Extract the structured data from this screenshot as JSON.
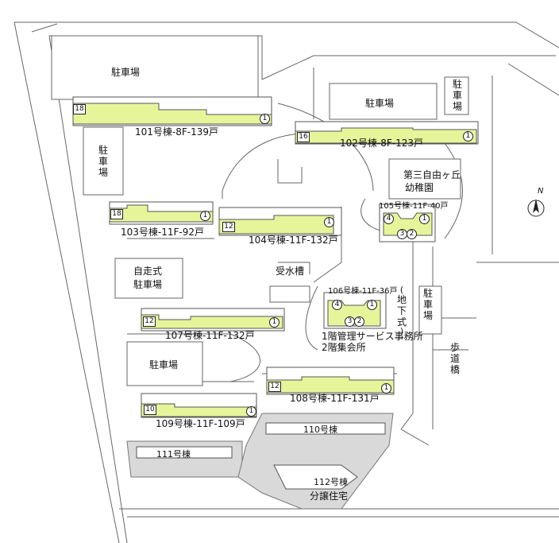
{
  "parking": {
    "top": "駐車場",
    "right_top": "駐車場",
    "right_vertical": "駐車場",
    "left_vertical": "駐車場",
    "self_line1": "自走式",
    "self_line2": "駐車場",
    "lower_left": "駐車場",
    "underground_open": "(",
    "underground_mid": "地下式",
    "underground_close": ")",
    "underground_parking": "駐車場"
  },
  "kindergarten": {
    "line1": "第三自由ヶ丘",
    "line2": "幼稚園"
  },
  "water_tank": "受水槽",
  "management": {
    "line1": "1階管理サービス事務所",
    "line2": "2階集会所"
  },
  "footbridge": "歩道橋",
  "compass": "N",
  "condo_label": "分譲住宅",
  "buildings": {
    "b101": {
      "label": "101号棟-8F-139戸",
      "start": "18",
      "end": "1"
    },
    "b102": {
      "label": "102号棟-8F-123戸",
      "start": "16",
      "end": "1"
    },
    "b103": {
      "label": "103号棟-11F-92戸",
      "start": "18",
      "end": "1"
    },
    "b104": {
      "label": "104号棟-11F-132戸",
      "start": "12",
      "end": "1"
    },
    "b105": {
      "label": "105号棟-11F-40戸",
      "n4": "4",
      "n1": "1",
      "n3": "3",
      "n2": "2"
    },
    "b106": {
      "label": "106号棟-11F-36戸",
      "n4": "4",
      "n1": "1",
      "n3": "3",
      "n2": "2"
    },
    "b107": {
      "label": "107号棟-11F-132戸",
      "start": "12",
      "end": "1"
    },
    "b108": {
      "label": "108号棟-11F-131戸",
      "start": "12",
      "end": "1"
    },
    "b109": {
      "label": "109号棟-11F-109戸",
      "start": "10",
      "end": "1"
    },
    "b110": {
      "label": "110号棟"
    },
    "b111": {
      "label": "111号棟"
    },
    "b112": {
      "label": "112号棟"
    }
  },
  "colors": {
    "building_fill": "#e6f59a",
    "condo_fill": "#d9d9d9",
    "line": "#555555"
  }
}
